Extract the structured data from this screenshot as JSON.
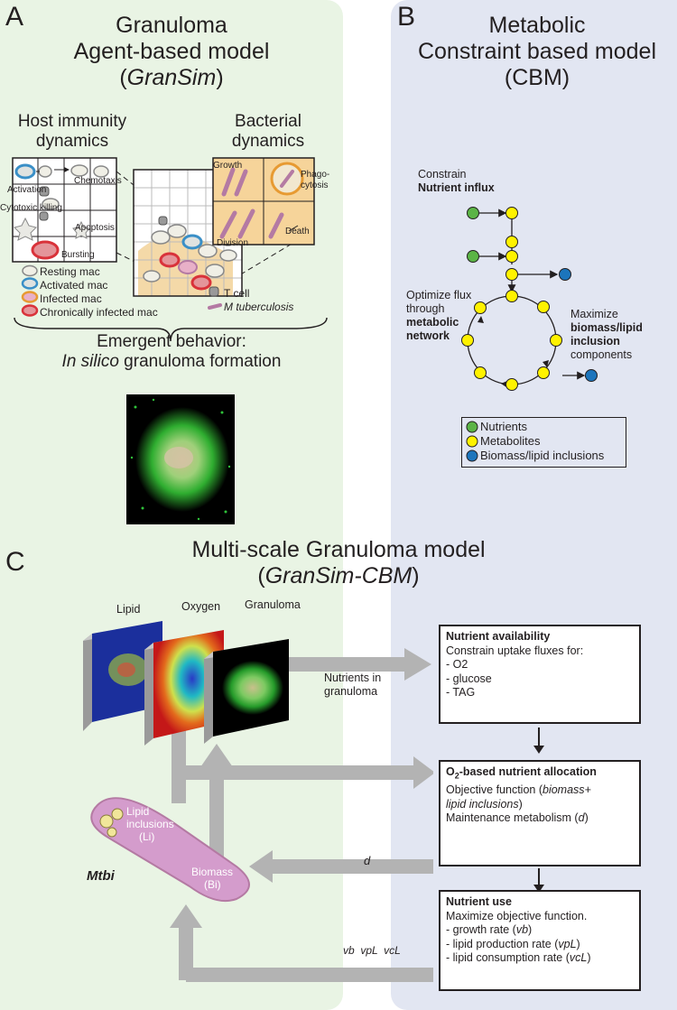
{
  "panel_a": {
    "letter": "A",
    "title_line1": "Granuloma",
    "title_line2": "Agent-based model",
    "title_line3": "GranSim",
    "host_title_1": "Host immunity",
    "host_title_2": "dynamics",
    "bact_title_1": "Bacterial",
    "bact_title_2": "dynamics",
    "labels": {
      "activation": "Activation",
      "chemotaxis": "Chemotaxis",
      "cytotoxic": "Cytotoxic killing",
      "apoptosis": "Apoptosis",
      "bursting": "Bursting",
      "growth": "Growth",
      "phagocytosis": "Phago-\ncytosis",
      "division": "Division",
      "death": "Death"
    },
    "legend": [
      "Resting mac",
      "Activated mac",
      "Infected mac",
      "Chronically infected mac"
    ],
    "legend_right": [
      "T cell",
      "M tuberculosis"
    ],
    "emergent_1": "Emergent behavior:",
    "emergent_2a": "In silico",
    "emergent_2b": " granuloma formation"
  },
  "panel_b": {
    "letter": "B",
    "title_line1": "Metabolic",
    "title_line2": "Constraint based model",
    "title_line3": "(CBM)",
    "constrain_1": "Constrain",
    "constrain_2": "Nutrient influx",
    "optimize_1": "Optimize flux",
    "optimize_2": "through",
    "optimize_3": "metabolic",
    "optimize_4": "network",
    "maximize_1": "Maximize",
    "maximize_2": "biomass/lipid",
    "maximize_3": "inclusion",
    "maximize_4": "components",
    "legend": [
      "Nutrients",
      "Metabolites",
      "Biomass/lipid inclusions"
    ]
  },
  "panel_c": {
    "letter": "C",
    "title_1": "Multi-scale Granuloma model",
    "title_2": "GranSim-CBM",
    "img_labels": [
      "Lipid",
      "Oxygen",
      "Granuloma"
    ],
    "nutrients_label_1": "Nutrients in",
    "nutrients_label_2": "granuloma",
    "box1_title": "Nutrient availability",
    "box1_sub": "Constrain uptake fluxes for:",
    "box1_items": [
      "- O2",
      "- glucose",
      "- TAG"
    ],
    "box2_title_a": "O",
    "box2_title_sub": "2",
    "box2_title_b": "-based nutrient allocation",
    "box2_line1a": "Objective function (",
    "box2_line1b": "biomass+",
    "box2_line2": "lipid inclusions",
    "box2_line2b": ")",
    "box3_line": "Maintenance metabolism (",
    "box3_d": "d",
    "box3_end": ")",
    "box4_title": "Nutrient use",
    "box4_sub": "Maximize objective function.",
    "box4_items": [
      "- growth rate (",
      "- lipid production rate (",
      "- lipid consumption rate ("
    ],
    "box4_vars": [
      "vb",
      "vpL",
      "vcL"
    ],
    "arrow_d": "d",
    "arrow_v": "vb  vpL  vcL",
    "mtb_label": "Mtbi",
    "lipid_1": "Lipid",
    "lipid_2": "inclusions",
    "lipid_3": "(Li)",
    "biomass_1": "Biomass",
    "biomass_2": "(Bi)"
  }
}
